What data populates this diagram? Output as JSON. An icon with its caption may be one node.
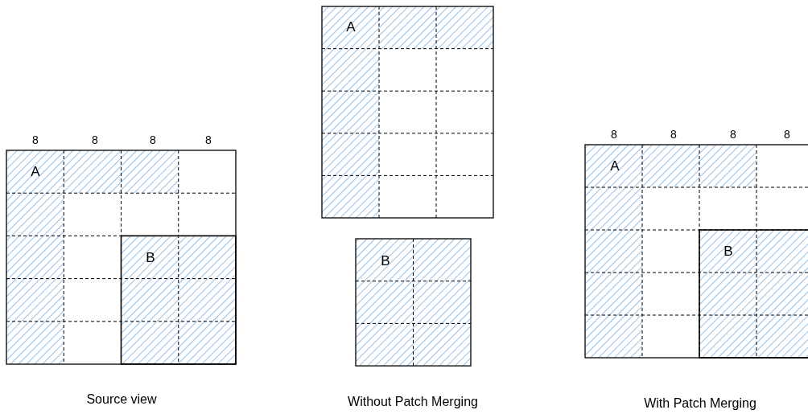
{
  "diagram": {
    "labels": [
      "8",
      "8",
      "8",
      "8",
      "A",
      "B",
      "Source view",
      "A",
      "B",
      "Without Patch Merging",
      "8",
      "8",
      "8",
      "8",
      "A",
      "B",
      "With Patch Merging"
    ]
  }
}
